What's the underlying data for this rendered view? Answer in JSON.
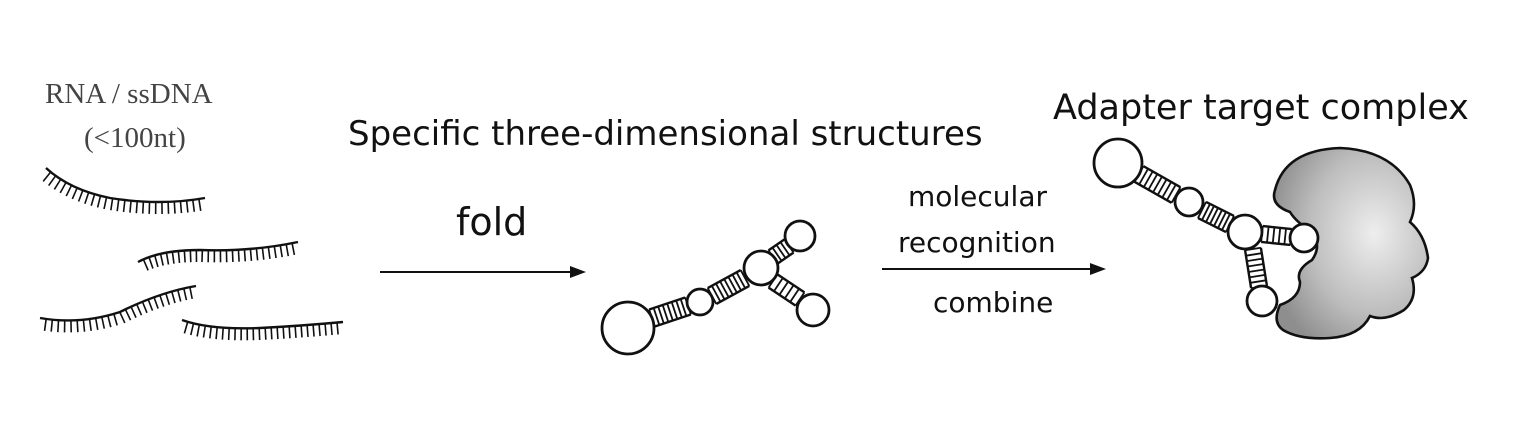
{
  "input": {
    "title": "RNA / ssDNA",
    "length": "(<100nt)"
  },
  "structures_label": "Specific three-dimensional structures",
  "fold_label": "fold",
  "recognition": {
    "line1": "molecular",
    "line2": "recognition",
    "line3": "combine"
  },
  "complex_label": "Adapter target complex",
  "colors": {
    "ink": "#111111",
    "target_fill": "#9a9a9a",
    "target_fill_light": "#e6e6e6"
  }
}
